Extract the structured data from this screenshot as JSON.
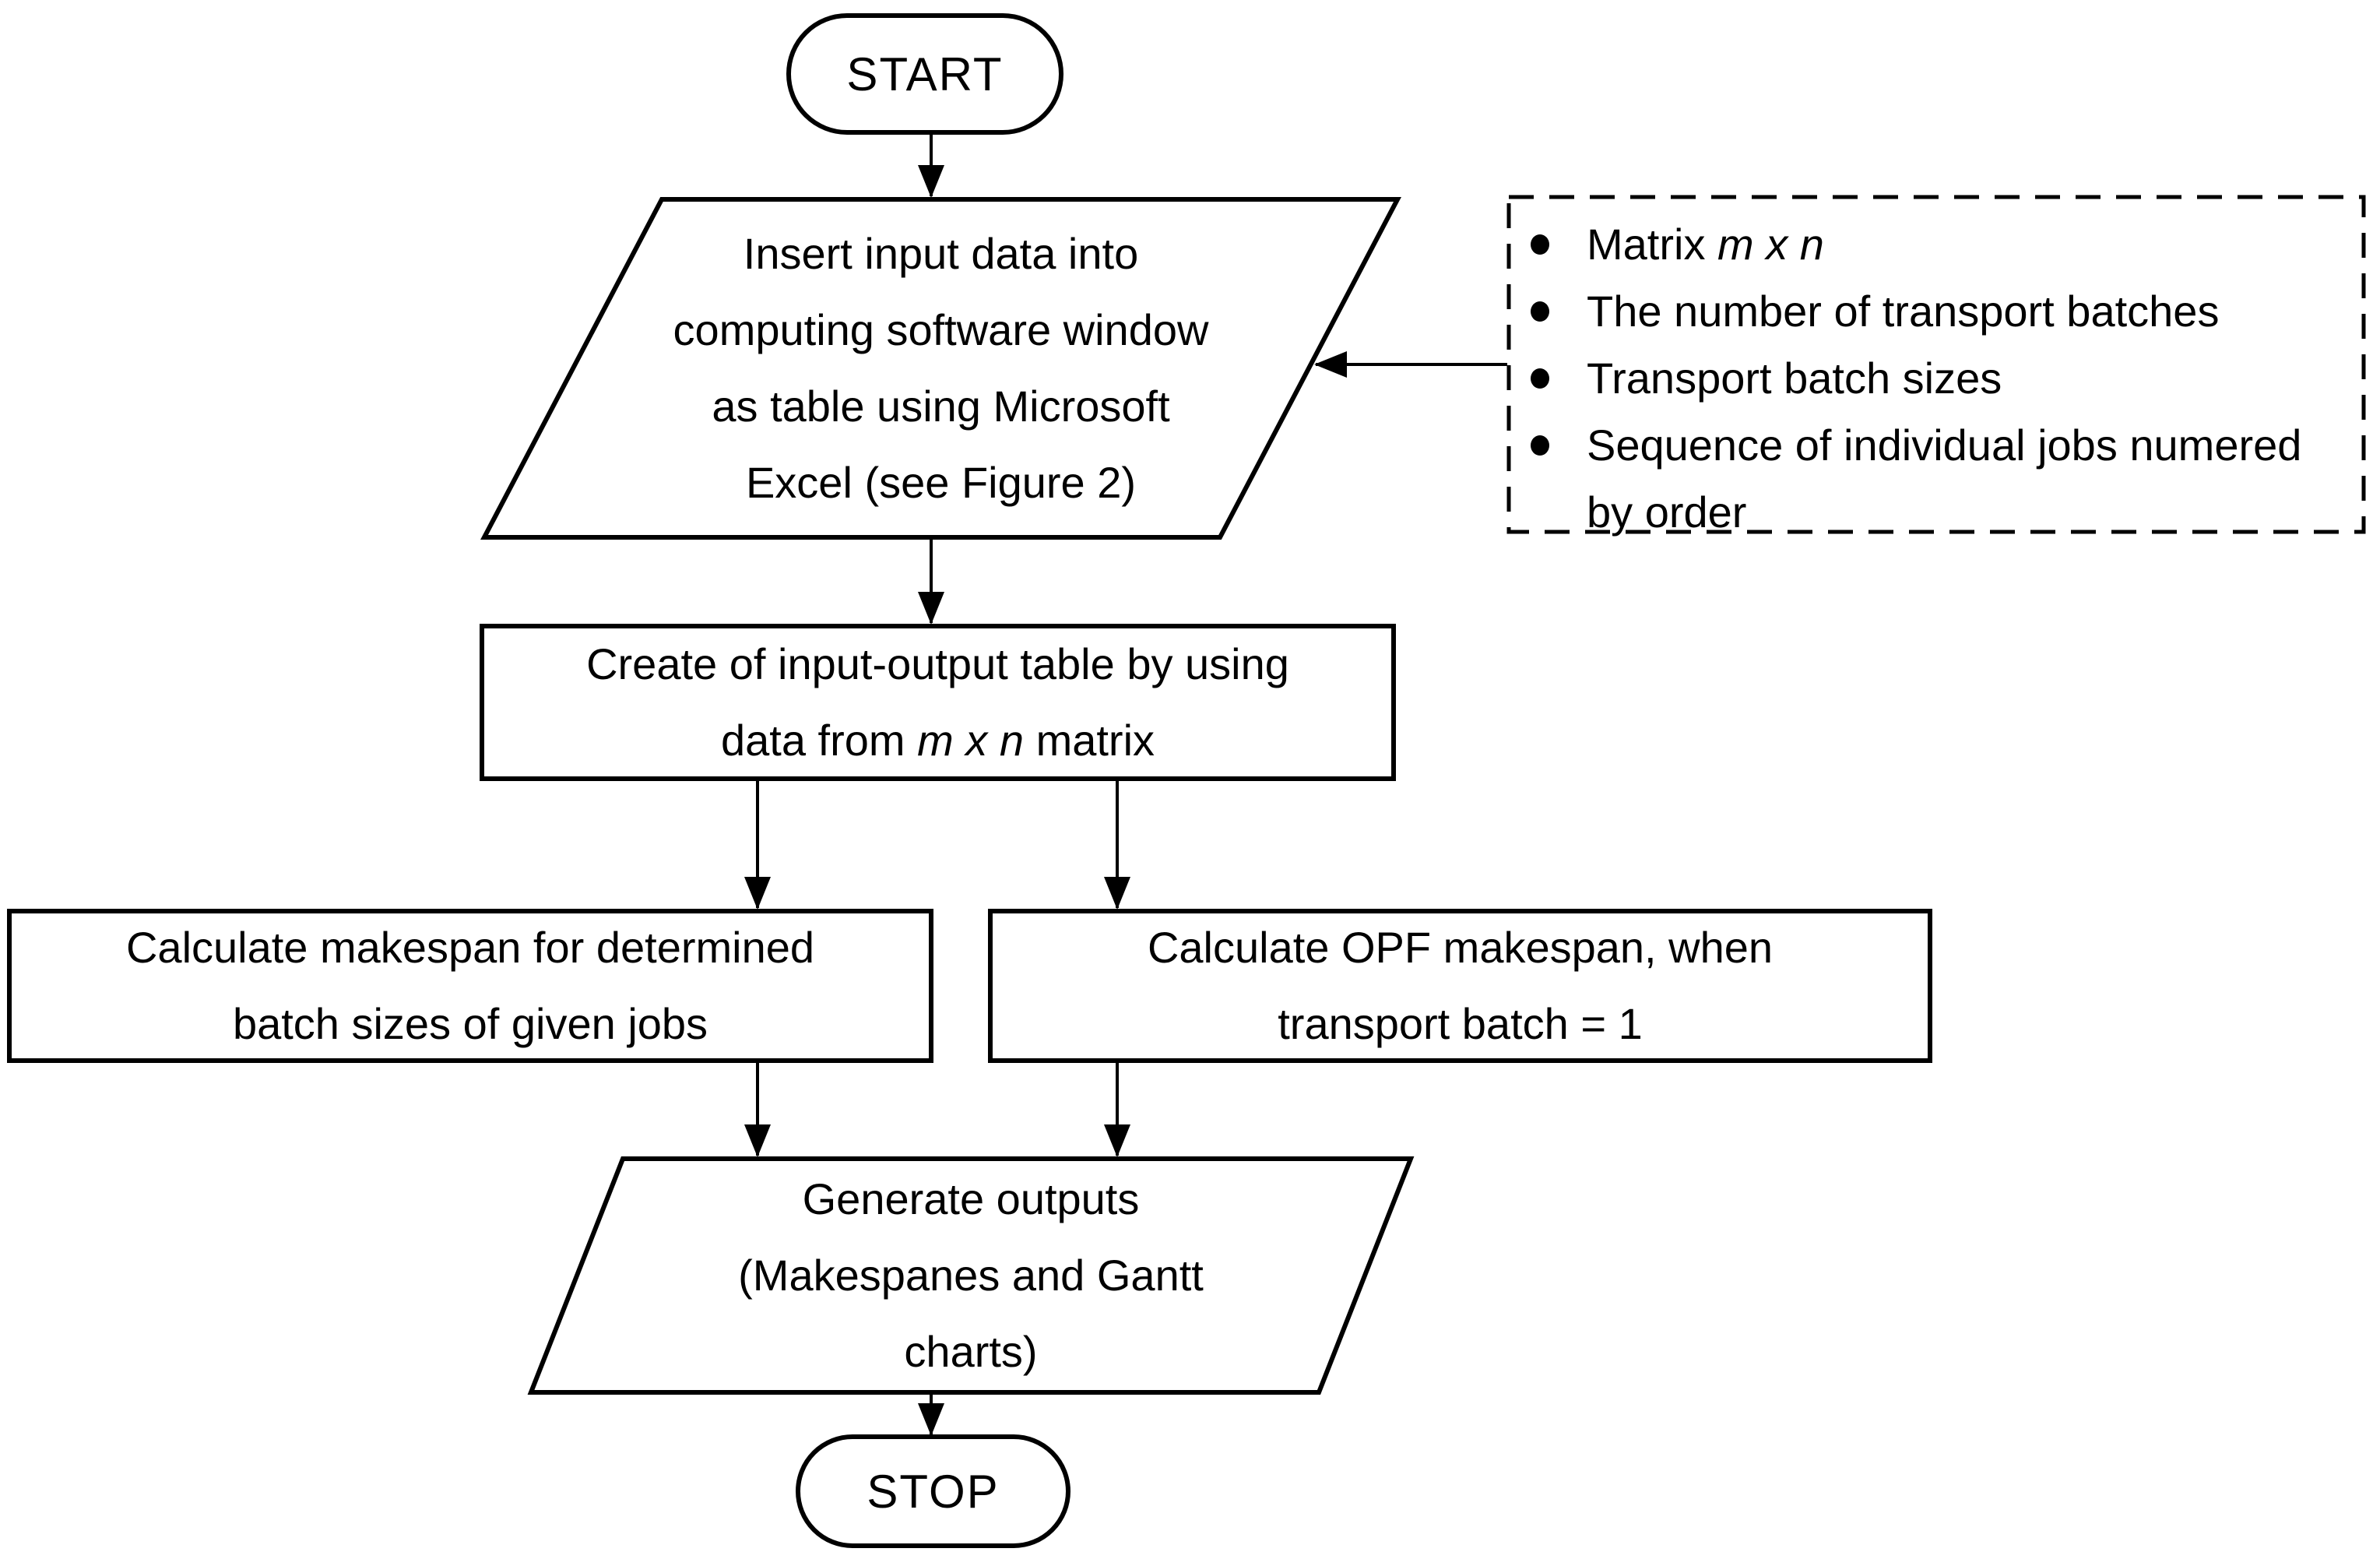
{
  "colors": {
    "stroke": "#000000",
    "background": "#ffffff"
  },
  "nodes": {
    "start": {
      "label": "START"
    },
    "insert_input": {
      "lines": [
        "Insert input data into",
        "computing software window",
        "as table using Microsoft",
        "Excel (see Figure 2)"
      ]
    },
    "create_table": {
      "line1": "Create of input-output table by using",
      "line2_pre": "data from ",
      "line2_em": "m x n",
      "line2_post": " matrix"
    },
    "calc_makespan": {
      "lines": [
        "Calculate makespan for determined",
        "batch sizes of given jobs"
      ]
    },
    "calc_opf": {
      "lines": [
        "Calculate OPF makespan, when",
        "transport batch = 1"
      ]
    },
    "generate_outputs": {
      "lines": [
        "Generate outputs",
        "(Makespanes and Gantt",
        "charts)"
      ]
    },
    "stop": {
      "label": "STOP"
    }
  },
  "input_list": {
    "items": [
      {
        "pre": "Matrix ",
        "em": "m x n",
        "post": ""
      },
      {
        "pre": "The number of transport batches",
        "em": "",
        "post": ""
      },
      {
        "pre": "Transport batch sizes",
        "em": "",
        "post": ""
      },
      {
        "pre": "Sequence of individual jobs numered by order",
        "em": "",
        "post": ""
      }
    ]
  }
}
